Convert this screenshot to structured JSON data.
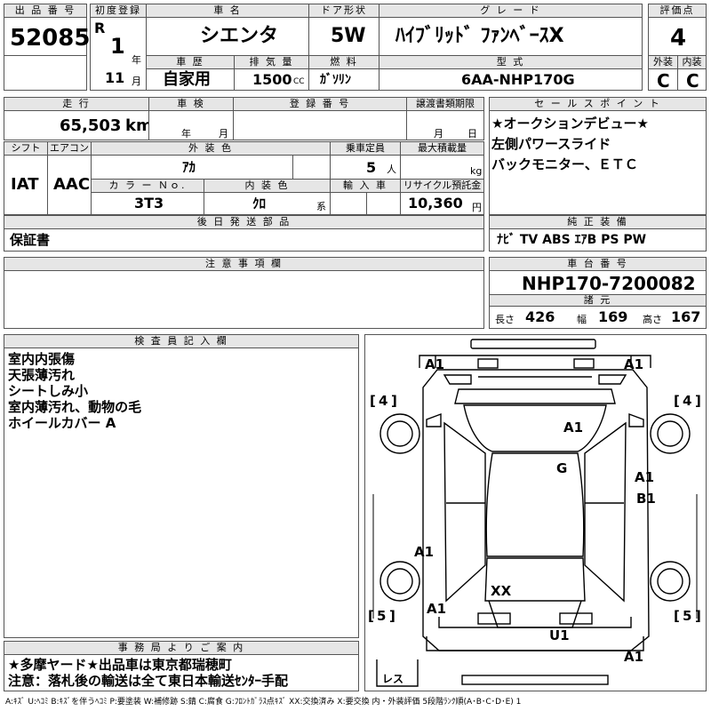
{
  "header": {
    "lot_label": "出 品 番 号",
    "lot_number": "52085",
    "first_reg_label": "初度登録",
    "era": "R",
    "year": "1",
    "year_unit": "年",
    "month": "11",
    "month_unit": "月",
    "car_name_label": "車 名",
    "car_name": "シエンタ",
    "door_label": "ドア形状",
    "door": "5W",
    "grade_label": "グ レ ー ド",
    "grade": "ﾊｲﾌﾞﾘｯﾄﾞ ﾌｧﾝﾍﾞｰｽX",
    "score_label": "評価点",
    "score": "4",
    "history_label": "車 歴",
    "history": "自家用",
    "displacement_label": "排 気 量",
    "displacement": "1500",
    "displacement_unit": "CC",
    "fuel_label": "燃 料",
    "fuel": "ｶﾞｿﾘﾝ",
    "model_label": "型 式",
    "model": "6AA-NHP170G",
    "ext_label": "外装",
    "ext_grade": "C",
    "int_label": "内装",
    "int_grade": "C"
  },
  "row2": {
    "mileage_label": "走 行",
    "mileage": "65,503",
    "mileage_unit": "km",
    "inspection_label": "車 検",
    "insp_year_unit": "年",
    "insp_month_unit": "月",
    "reg_no_label": "登 録 番 号",
    "transfer_label": "譲渡書類期限",
    "transfer_month_unit": "月",
    "transfer_day_unit": "日",
    "shift_label": "シフト",
    "shift": "IAT",
    "ac_label": "エアコン",
    "ac": "AAC",
    "color_label": "外 装 色",
    "color": "ｱｶ",
    "capacity_label": "乗車定員",
    "capacity": "5",
    "capacity_unit": "人",
    "load_label": "最大積載量",
    "load_unit": "kg",
    "color_no_label": "カ ラ ー Ｎｏ.",
    "color_no": "3T3",
    "interior_label": "内 装 色",
    "interior": "ｸﾛ",
    "interior_unit": "系",
    "import_label": "輸 入 車",
    "recycle_label": "リサイクル預託金",
    "recycle": "10,360",
    "recycle_unit": "円",
    "later_label": "後 日 発 送 部 品",
    "later": "保証書",
    "notes_label": "注 意 事 項 欄"
  },
  "right": {
    "selling_label": "セ ー ル ス ポ イ ン ト",
    "selling": [
      "★オークションデビュー★",
      "左側パワースライド",
      "バックモニター、ＥＴＣ"
    ],
    "equip_label": "純 正 装 備",
    "equip": "ﾅﾋﾞ TV ABS ｴｱB PS PW",
    "chassis_label": "車 台 番 号",
    "chassis": "NHP170-7200082",
    "dims_label": "諸 元",
    "length_label": "長さ",
    "length": "426",
    "width_label": "幅",
    "width": "169",
    "height_label": "高さ",
    "height": "167"
  },
  "inspector": {
    "label": "検 査 員 記 入 欄",
    "lines": [
      "室内内張傷",
      "天張薄汚れ",
      "シートしみ小",
      "室内薄汚れ、動物の毛",
      "ホイールカバー A"
    ]
  },
  "office": {
    "label": "事 務 局 よ り ご 案 内",
    "lines": [
      "★多摩ヤード★出品車は東京都瑞穂町",
      "注意：落札後の輸送は全て東日本輸送ｾﾝﾀｰ手配"
    ]
  },
  "diagram": {
    "tire_fl": "4",
    "tire_fr": "4",
    "tire_rl": "5",
    "tire_rr": "5",
    "spare": "レス",
    "marks": {
      "front_left": "A1",
      "front_right": "A1",
      "hood": "A1",
      "roof": "G",
      "right_door_a": "A1",
      "right_door_b": "B1",
      "left_door": "A1",
      "rear_quarter": "XX",
      "rear_left": "A1",
      "rear_bumper": "U1",
      "rear_right": "A1"
    }
  },
  "footer": {
    "legend": "A:ｷｽﾞ U:ﾍｺﾐ B:ｷｽﾞを伴うﾍｺﾐ P:要塗装 W:補修跡 S:錆 C:腐食 G:ﾌﾛﾝﾄｶﾞﾗｽ点ｷｽﾞ XX:交換済み X:要交換  内・外装評価 5段階ﾗﾝｸ順(A･B･C･D･E) 1"
  }
}
